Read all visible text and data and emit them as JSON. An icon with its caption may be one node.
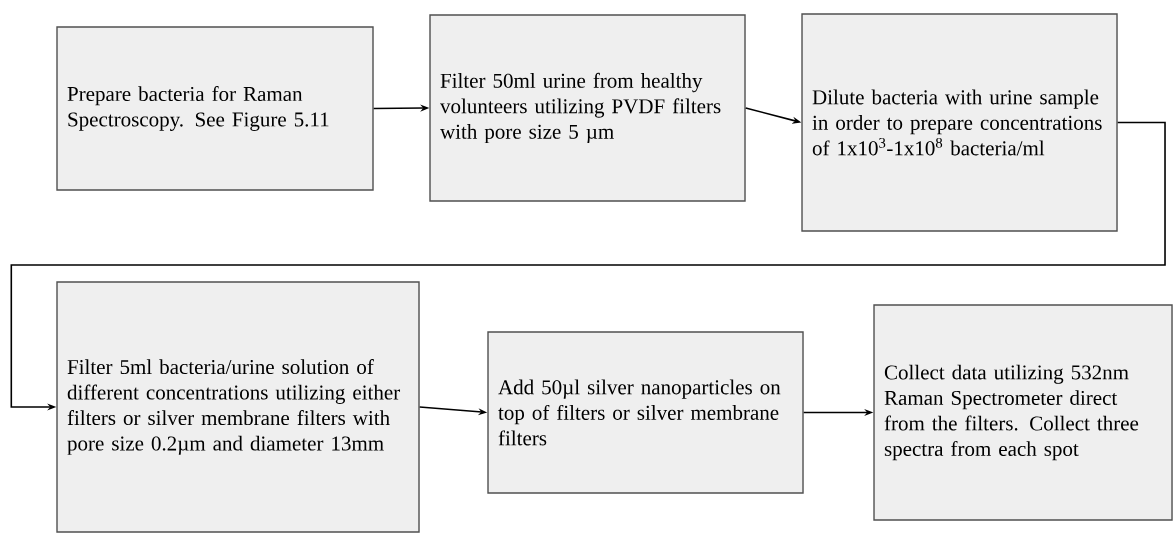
{
  "diagram": {
    "nodes": [
      {
        "text": [
          "Prepare bacteria for Raman Spectroscopy. See Figure 5.11"
        ]
      },
      {
        "text": [
          "Filter 50ml urine from healthy volunteers utilizing PVDF filters with pore size 5 µm"
        ]
      },
      {
        "text": [
          "Dilute bacteria with urine sample in order to prepare concentrations of 1x10$^{3}$-1x10$^{8}$ bacteria/ml"
        ]
      },
      {
        "text": [
          "Filter 5ml bacteria/urine solution of different concentrations utilizing either filters or silver membrane filters with pore size 0.2µm and diameter 13mm"
        ]
      },
      {
        "text": [
          "Add 50µl silver nanoparticles on top of filters or silver membrane filters"
        ]
      },
      {
        "text": [
          "Collect data utilizing 532nm Raman Spectrometer direct from the filters. Collect three spectra from each spot"
        ]
      }
    ],
    "edges": [
      {
        "from": 0,
        "to": 1,
        "arrow": "to"
      },
      {
        "from": 1,
        "to": 2,
        "arrow": "to"
      },
      {
        "from": 2,
        "to": 3,
        "arrow": "to"
      },
      {
        "from": 3,
        "to": 4,
        "arrow": "to"
      },
      {
        "from": 4,
        "to": 5,
        "arrow": "to"
      }
    ]
  }
}
